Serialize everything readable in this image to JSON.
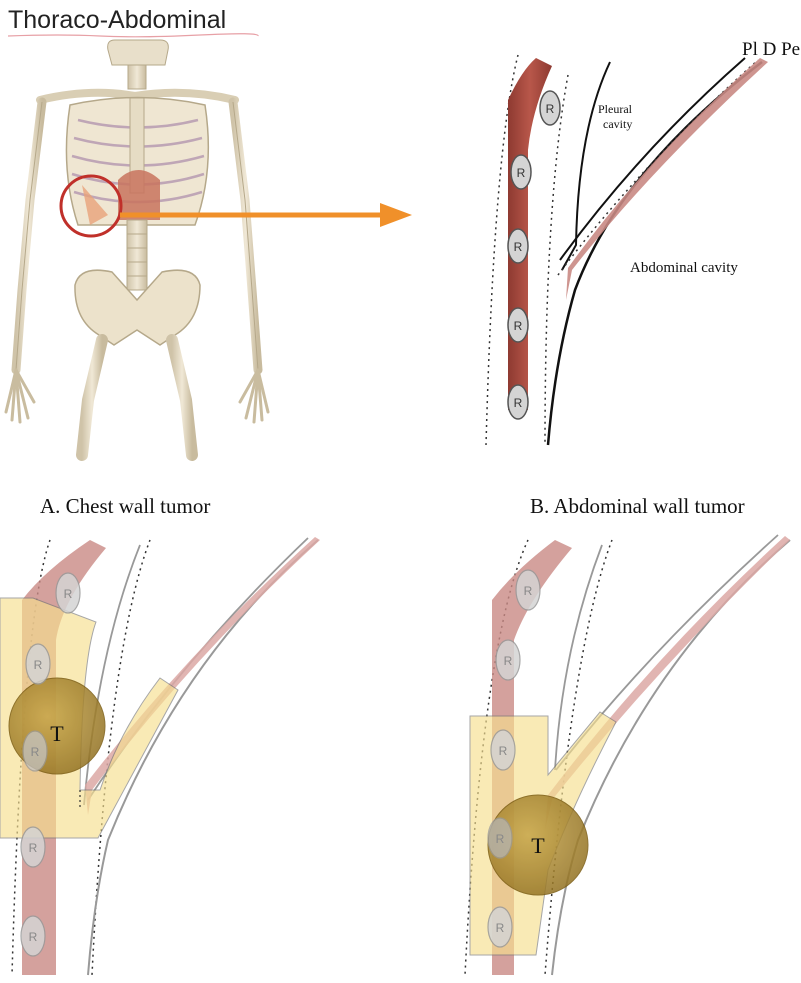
{
  "title": "Thoraco-Abdominal",
  "overview": {
    "layers_label": "Pl D Pe",
    "pleural_label_line1": "Pleural",
    "pleural_label_line2": "cavity",
    "abdominal_label": "Abdominal cavity",
    "rib_label": "R"
  },
  "panel_a": {
    "title": "A. Chest wall tumor",
    "tumor_label": "T",
    "rib_label": "R"
  },
  "panel_b": {
    "title": "B. Abdominal wall tumor",
    "tumor_label": "T",
    "rib_label": "R"
  },
  "colors": {
    "muscle": "#a8453a",
    "muscle_faded": "#c98a84",
    "rib_fill": "#d4d4d4",
    "highlight_ring": "#c0302a",
    "arrow": "#f0902a",
    "resection_zone": "#f6df8f",
    "tumor": "#a9862c"
  }
}
